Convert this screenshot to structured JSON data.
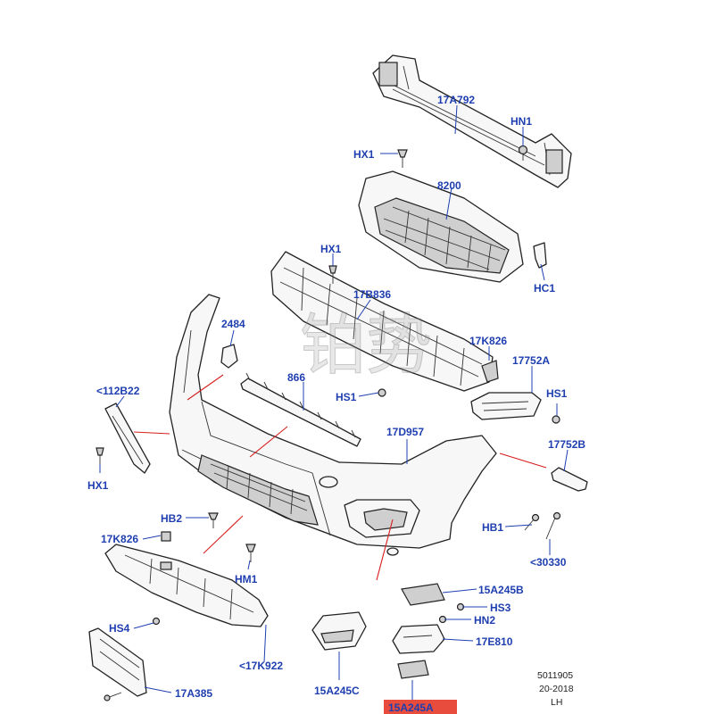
{
  "labels": {
    "l17A792": "17A792",
    "lHN1": "HN1",
    "lHX1a": "HX1",
    "l8200": "8200",
    "lHX1b": "HX1",
    "lHC1": "HC1",
    "l2484": "2484",
    "l17B836": "17B836",
    "l17K826a": "17K826",
    "l17752A": "17752A",
    "l112B22": "<112B22",
    "l866": "866",
    "lHS1a": "HS1",
    "lHS1b": "HS1",
    "l17D957": "17D957",
    "l17752B": "17752B",
    "lHX1c": "HX1",
    "lHB2": "HB2",
    "lHB1": "HB1",
    "l17K826b": "17K826",
    "l30330": "<30330",
    "lHM1": "HM1",
    "l15A245B": "15A245B",
    "lHS3": "HS3",
    "lHN2": "HN2",
    "lHS4": "HS4",
    "l17E810": "17E810",
    "l17K922": "<17K922",
    "l15A245C": "15A245C",
    "l17A385": "17A385",
    "l15A245A": "15A245A"
  },
  "info": {
    "code": "5011905",
    "date": "20-2018",
    "side": "LH",
    "trailing": "...................."
  },
  "watermark": "铂势",
  "colors": {
    "label_blue": "#1f3fb0",
    "highlight_red": "#e74c3c",
    "callout_red": "#d81e1e"
  }
}
